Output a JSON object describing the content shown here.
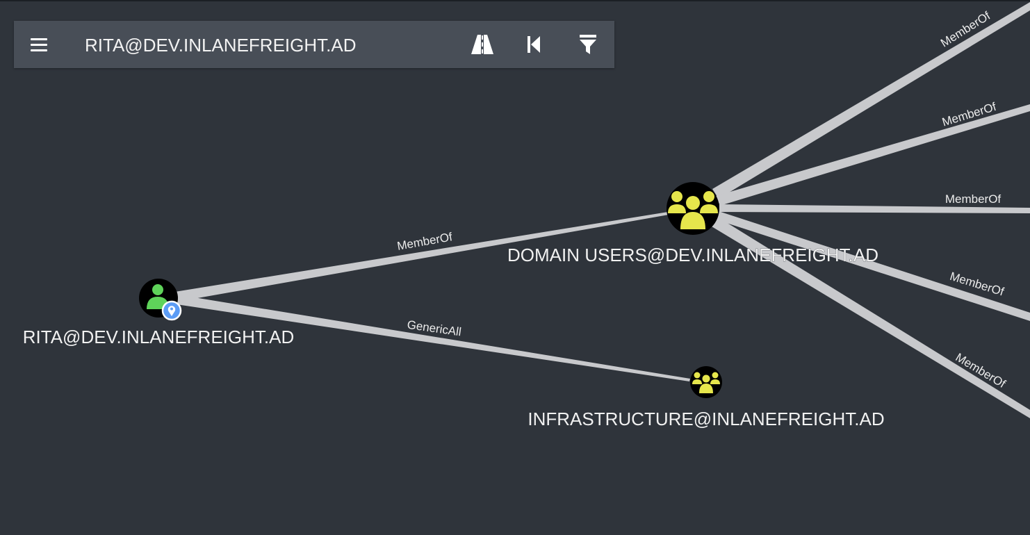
{
  "toolbar": {
    "search_value": "RITA@DEV.INLANEFREIGHT.AD",
    "menu_icon": "hamburger-menu-icon",
    "pathfinding_icon": "road-pathfinding-icon",
    "back_icon": "skip-back-icon",
    "filter_icon": "filter-funnel-icon"
  },
  "colors": {
    "background": "#2f343b",
    "edge": "#c8c9cc",
    "user_icon": "#5fd35a",
    "group_icon": "#e6e64c",
    "owned_badge": "#5b9cf5"
  },
  "graph": {
    "nodes": {
      "rita": {
        "label": "RITA@DEV.INLANEFREIGHT.AD",
        "kind": "user",
        "icon": "user-icon",
        "badge": "map-pin-icon"
      },
      "domain_users": {
        "label": "DOMAIN USERS@DEV.INLANEFREIGHT.AD",
        "kind": "group",
        "icon": "group-icon"
      },
      "infrastructure": {
        "label": "INFRASTRUCTURE@INLANEFREIGHT.AD",
        "kind": "group",
        "icon": "group-icon"
      }
    },
    "edges": {
      "rita_domain_users": "MemberOf",
      "rita_infrastructure": "GenericAll",
      "du_out_1": "MemberOf",
      "du_out_2": "MemberOf",
      "du_out_3": "MemberOf",
      "du_out_4": "MemberOf",
      "du_out_5": "MemberOf"
    }
  }
}
